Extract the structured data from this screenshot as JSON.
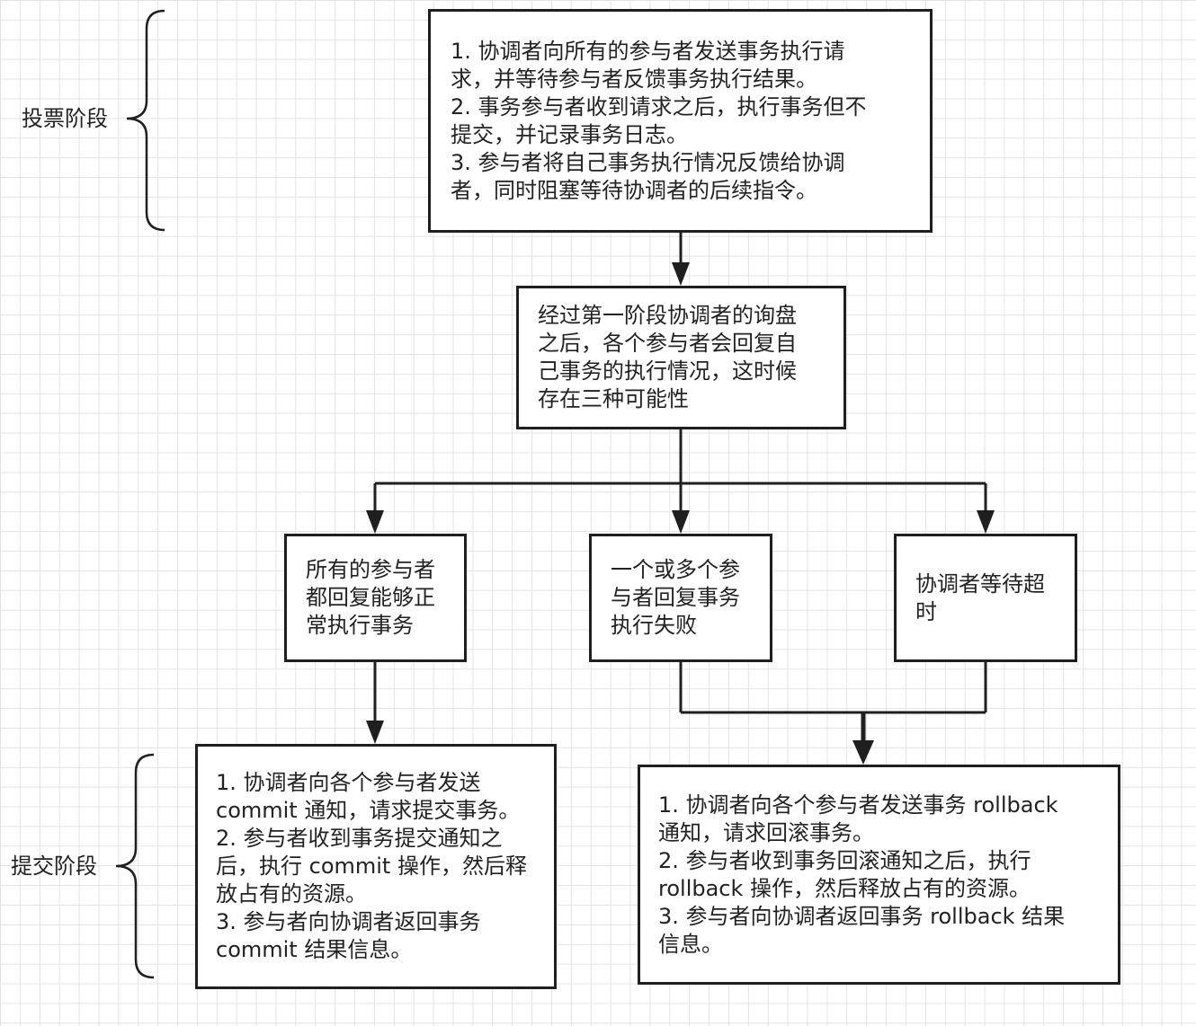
{
  "stages": {
    "voting": "投票阶段",
    "commit": "提交阶段"
  },
  "boxes": {
    "vote_steps": {
      "lines": [
        "1. 协调者向所有的参与者发送事务执行请",
        "求，并等待参与者反馈事务执行结果。",
        "2. 事务参与者收到请求之后，执行事务但不",
        "提交，并记录事务日志。",
        "3. 参与者将自己事务执行情况反馈给协调",
        "者，同时阻塞等待协调者的后续指令。"
      ]
    },
    "after_inquiry": {
      "lines": [
        "经过第一阶段协调者的询盘",
        "之后，各个参与者会回复自",
        "己事务的执行情况，这时候",
        "存在三种可能性"
      ]
    },
    "all_ok": {
      "lines": [
        "所有的参与者",
        "都回复能够正",
        "常执行事务"
      ]
    },
    "some_failed": {
      "lines": [
        "一个或多个参",
        "与者回复事务",
        "执行失败"
      ]
    },
    "timeout": {
      "lines": [
        "协调者等待超",
        "时"
      ]
    },
    "commit_steps": {
      "lines": [
        "1. 协调者向各个参与者发送",
        "commit 通知，请求提交事务。",
        "2. 参与者收到事务提交通知之",
        "后，执行 commit 操作，然后释",
        "放占有的资源。",
        "3. 参与者向协调者返回事务",
        "commit 结果信息。"
      ]
    },
    "rollback_steps": {
      "lines": [
        "1. 协调者向各个参与者发送事务 rollback",
        "通知，请求回滚事务。",
        "2. 参与者收到事务回滚通知之后，执行",
        "rollback 操作，然后释放占有的资源。",
        "3. 参与者向协调者返回事务 rollback 结果",
        "信息。"
      ]
    }
  },
  "colors": {
    "stroke": "#1f1f1f",
    "grid": "#e3e3e3",
    "background": "#ffffff"
  }
}
